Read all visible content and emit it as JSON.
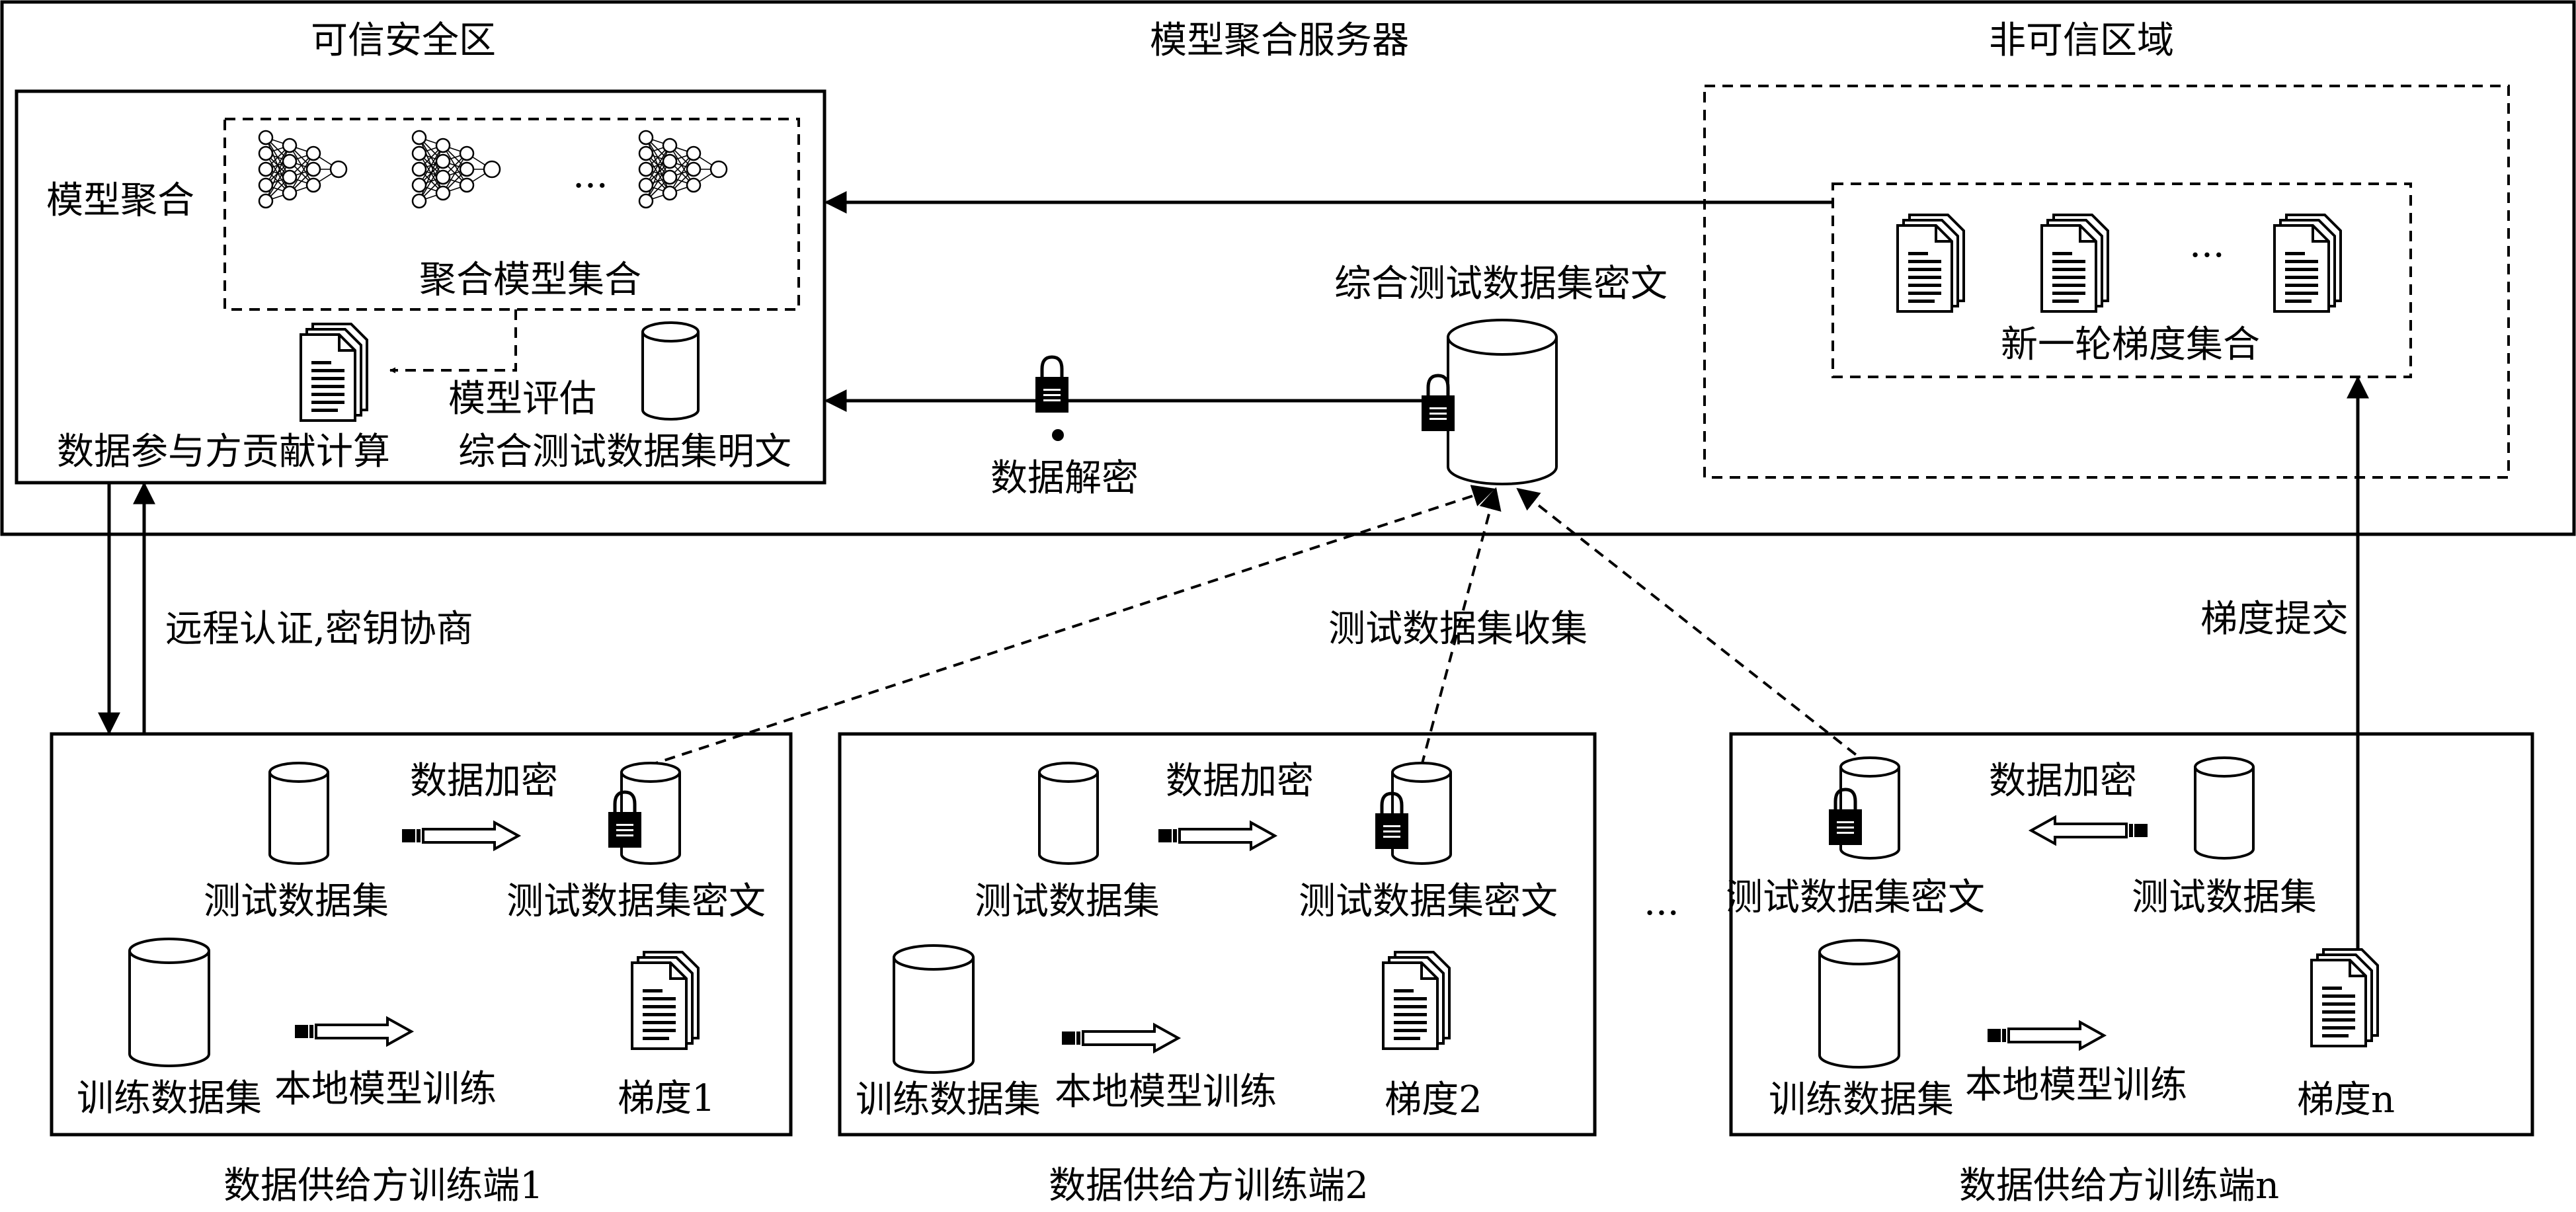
{
  "server": {
    "title": "模型聚合服务器",
    "trusted_zone_label": "可信安全区",
    "untrusted_zone_label": "非可信区域",
    "model_aggregation_label": "模型聚合",
    "ellipsis": "···",
    "aggregated_model_set_label": "聚合模型集合",
    "model_evaluation_label": "模型评估",
    "contribution_calc_label": "数据参与方贡献计算",
    "plain_test_dataset_label": "综合测试数据集明文",
    "cipher_test_dataset_label": "综合测试数据集密文",
    "data_decrypt_label": "数据解密",
    "new_gradient_set_label": "新一轮梯度集合"
  },
  "flows": {
    "remote_attestation_label": "远程认证,密钥协商",
    "test_dataset_collection_label": "测试数据集收集",
    "gradient_submit_label": "梯度提交",
    "clients_ellipsis": "···"
  },
  "clients": [
    {
      "name": "数据供给方训练端1",
      "encrypt_label": "数据加密",
      "test_dataset_label": "测试数据集",
      "cipher_label": "测试数据集密文",
      "train_dataset_label": "训练数据集",
      "local_training_label": "本地模型训练",
      "gradient_label": "梯度1"
    },
    {
      "name": "数据供给方训练端2",
      "encrypt_label": "数据加密",
      "test_dataset_label": "测试数据集",
      "cipher_label": "测试数据集密文",
      "train_dataset_label": "训练数据集",
      "local_training_label": "本地模型训练",
      "gradient_label": "梯度2"
    },
    {
      "name": "数据供给方训练端n",
      "encrypt_label": "数据加密",
      "test_dataset_label": "测试数据集",
      "cipher_label": "测试数据集密文",
      "train_dataset_label": "训练数据集",
      "local_training_label": "本地模型训练",
      "gradient_label": "梯度n"
    }
  ]
}
